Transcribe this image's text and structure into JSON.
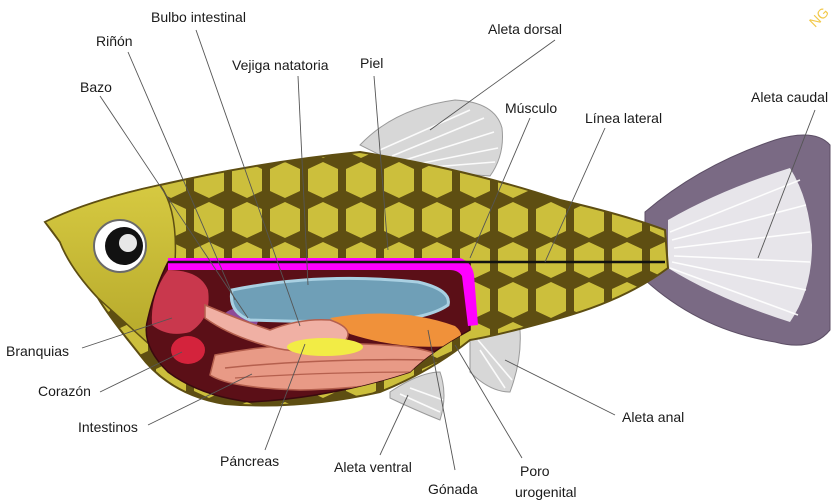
{
  "watermark": "NG",
  "labels": {
    "aleta_dorsal": "Aleta dorsal",
    "aleta_caudal": "Aleta caudal",
    "bulbo_intestinal": "Bulbo intestinal",
    "rinon": "Riñón",
    "vejiga_natatoria": "Vejiga natatoria",
    "piel": "Piel",
    "bazo": "Bazo",
    "musculo": "Músculo",
    "linea_lateral": "Línea lateral",
    "branquias": "Branquias",
    "corazon": "Corazón",
    "intestinos": "Intestinos",
    "pancreas": "Páncreas",
    "aleta_ventral": "Aleta ventral",
    "gonada": "Gónada",
    "aleta_anal": "Aleta anal",
    "poro_line1": "Poro",
    "poro_line2": "urogenital"
  },
  "colors": {
    "body_scales": "#ccbf3c",
    "scale_outline": "#5e4e12",
    "cavity": "#5b0f17",
    "kidney_band": "#ff00ff",
    "swim_bladder": "#6f9fb7",
    "intestine": "#e89a86",
    "pancreas": "#f2ec45",
    "gonad": "#f0913a",
    "gills": "#c9384d",
    "heart": "#d4233c",
    "fins": "#d7d7d7",
    "caudal_fin_dark": "#7a6a84"
  }
}
